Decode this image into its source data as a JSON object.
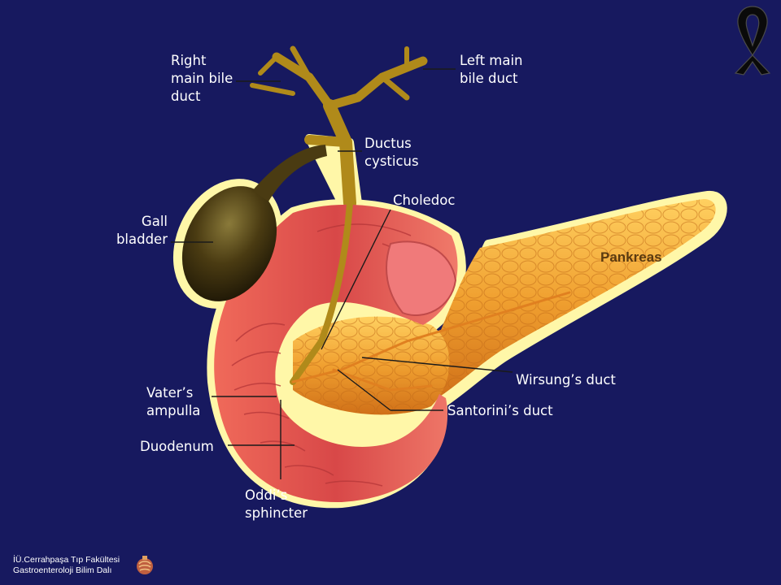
{
  "colors": {
    "background": "#17195f",
    "label_text": "#ffffff",
    "leader_line": "#1a1a1a",
    "gallbladder": "#4a3b12",
    "pancreas": "#f0a030",
    "duodenum": "#d84848",
    "bile_duct": "#b08a1a",
    "glow": "#fff7a8"
  },
  "icons": [
    "black-ribbon-icon",
    "faculty-logo-icon"
  ],
  "labels": {
    "right_main_bile_duct": [
      "Right",
      "main bile",
      "duct"
    ],
    "left_main_bile_duct": [
      "Left main",
      "bile duct"
    ],
    "ductus_cysticus": [
      "Ductus",
      "cysticus"
    ],
    "choledoc": [
      "Choledoc"
    ],
    "gall_bladder": [
      "Gall",
      "bladder"
    ],
    "pankreas": "Pankreas",
    "wirsungs_duct": [
      "Wirsung’s duct"
    ],
    "vaters_ampulla": [
      "Vater’s",
      "ampulla"
    ],
    "santorinis_duct": [
      "Santorini’s duct"
    ],
    "duodenum": [
      "Duodenum"
    ],
    "oddis_sphincter": [
      "Oddi’s",
      "sphincter"
    ]
  },
  "footer": {
    "line1": "İÜ.Cerrahpaşa Tıp Fakültesi",
    "line2": "Gastroenteroloji Bilim Dalı"
  }
}
